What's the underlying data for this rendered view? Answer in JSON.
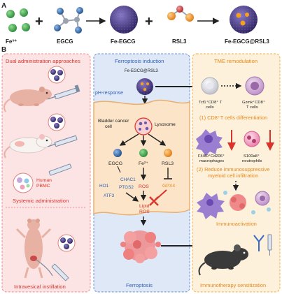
{
  "panel_a": {
    "label": "A",
    "items": [
      "Fe³⁺",
      "EGCG",
      "Fe-EGCG",
      "RSL3",
      "Fe-EGCG@RSL3"
    ],
    "operators": [
      "+",
      "+"
    ]
  },
  "panel_b": {
    "label": "B",
    "left": {
      "title": "Dual  administration approaches",
      "pbmc_label": [
        "Human",
        "PBMC"
      ],
      "systemic": "Systemic administration",
      "intravesical": "Intravesical instillation"
    },
    "middle": {
      "title": "Ferroptosis induction",
      "nanoparticle": "Fe-EGCG@RSL3",
      "ph_response": "pH-response",
      "cell_label": [
        "Bladder cancer",
        "cell"
      ],
      "lysosome": "Lysosome",
      "components": [
        "EGCG",
        "Fe²⁺",
        "RSL3"
      ],
      "egcg_targets": [
        "CHAC1",
        "HO1",
        "PTGS2",
        "ATF3"
      ],
      "ros": "ROS",
      "gpx4": "GPX4",
      "lipid_ros": [
        "Lipid",
        "ROS"
      ],
      "footer": "Ferroptosis"
    },
    "right": {
      "title": "TME remodulation",
      "tcell1": [
        "Tcf1⁺CD8⁺ T",
        "cells"
      ],
      "tcell2": [
        "Gzmk⁺CD8⁺",
        "T cells"
      ],
      "section1": "(1) CD8⁺T cells differentiation",
      "macrophages": [
        "F4/80⁺Cd206⁺",
        "macrophages"
      ],
      "neutrophils": [
        "S100a8⁺",
        "neutrophils"
      ],
      "section2": [
        "(2) Reduce immunosuppressive",
        "myeloid cell infiltration"
      ],
      "immunoactivation": "Immunoactivation",
      "footer": "Immunotherapy sensitization"
    }
  },
  "colors": {
    "left_bg": "#fce4e4",
    "left_border": "#f08c8c",
    "mid_bg": "#dfe8f7",
    "mid_border": "#6a8fd0",
    "right_bg": "#fdf1dc",
    "right_border": "#f0b040",
    "red_text": "#d9342b",
    "blue_text": "#2f5fb4",
    "orange_text": "#e8881a"
  }
}
